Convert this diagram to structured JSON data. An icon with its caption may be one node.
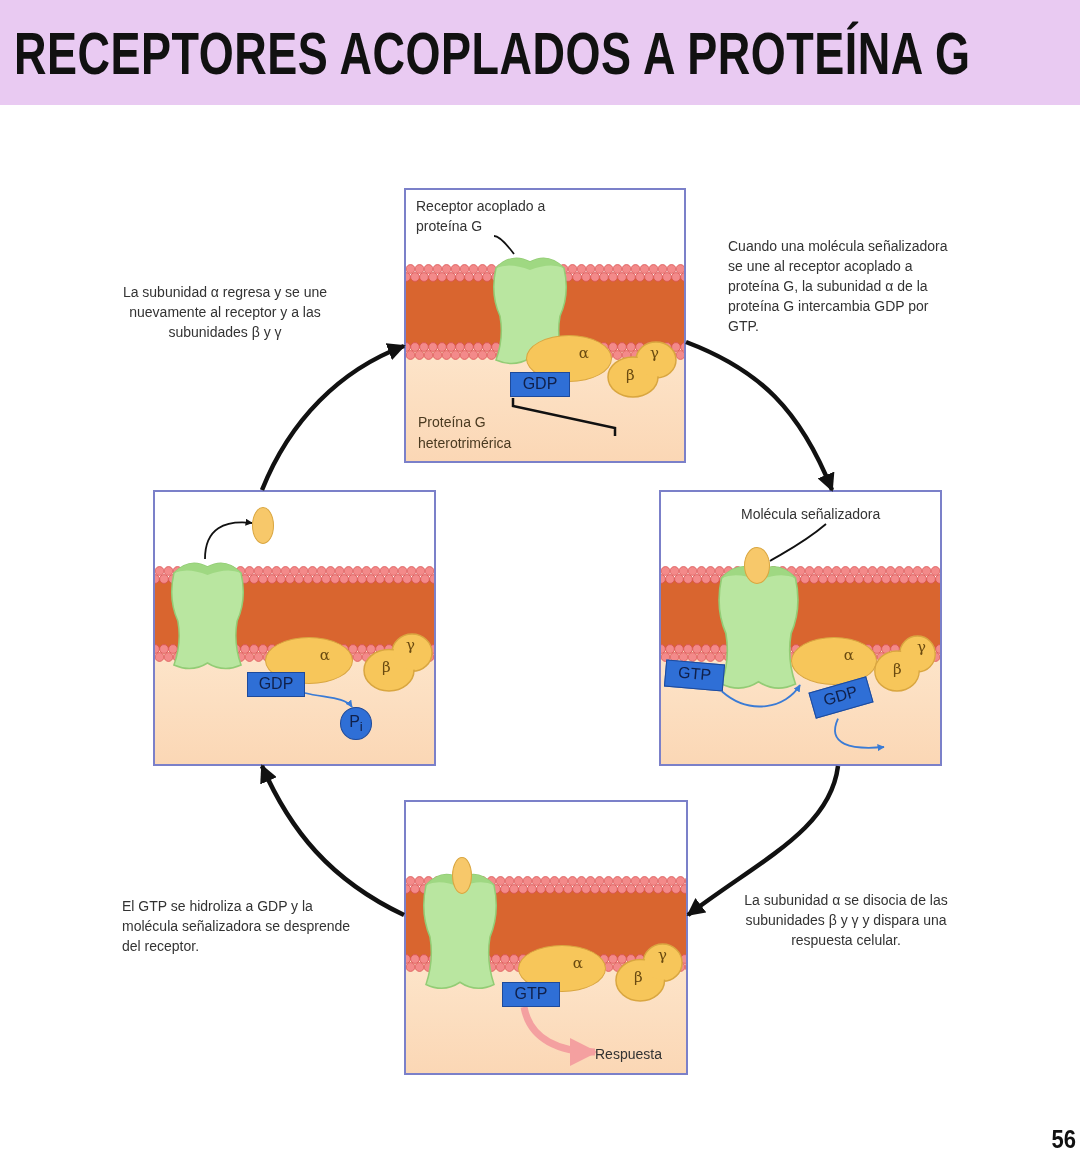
{
  "diagram": {
    "title": "RECEPTORES ACOPLADOS A PROTEÍNA G",
    "nodes": [
      {
        "text": [],
        "shape": "box"
      },
      {
        "text": [
          "Receptor acoplado a proteína G"
        ],
        "in": 0
      },
      {
        "text": [],
        "shape": "picture",
        "in": 0
      },
      {
        "text": [
          "GDP"
        ],
        "in": 0
      },
      {
        "text": [
          "α"
        ],
        "in": 0
      },
      {
        "text": [
          "γ",
          "β"
        ],
        "in": 0
      },
      {
        "text": [],
        "shape": "box"
      },
      {
        "text": [
          "Molécula señalizadora"
        ],
        "in": 6
      },
      {
        "text": [],
        "shape": "ellipse",
        "in": 6
      },
      {
        "text": [],
        "shape": "picture",
        "in": 6
      },
      {
        "text": [
          "GTP"
        ],
        "in": 6
      },
      {
        "text": [
          "GDP"
        ],
        "in": 6
      },
      {
        "text": [
          "α"
        ],
        "in": 6
      },
      {
        "text": [
          "γ",
          "β"
        ],
        "in": 6
      },
      {
        "text": [],
        "shape": "box"
      },
      {
        "text": [],
        "shape": "ellipse",
        "in": 14
      },
      {
        "text": [],
        "shape": "picture",
        "in": 14
      },
      {
        "text": [
          "GTP"
        ],
        "in": 14
      },
      {
        "text": [
          "α"
        ],
        "in": 14
      },
      {
        "text": [
          "γ",
          "β"
        ],
        "in": 14
      },
      {
        "text": [
          "Respuesta"
        ],
        "in": 14
      },
      {
        "text": [],
        "shape": "box"
      },
      {
        "text": [],
        "shape": "ellipse",
        "in": 21
      },
      {
        "text": [],
        "shape": "picture",
        "in": 21
      },
      {
        "text": [
          "GDP"
        ],
        "in": 21
      },
      {
        "text": [
          "α"
        ],
        "in": 21
      },
      {
        "text": [
          "γ",
          "β"
        ],
        "in": 21
      },
      {
        "text": [
          "P$_{i}$"
        ],
        "in": 21
      }
    ],
    "edges": [
      {
        "from": 0,
        "to": 6,
        "arrow": "to",
        "style": "thick",
        "label": "Cuando una molécula señalizadora se une al receptor acoplado a proteína G, la subunidad α de la proteína G intercambia GDP por GTP."
      },
      {
        "from": 6,
        "to": 14,
        "arrow": "to",
        "style": "thick",
        "label": "La subunidad α se disocia de las subunidades β y γ y dispara una respuesta celular."
      },
      {
        "from": 14,
        "to": 21,
        "arrow": "to",
        "style": "thick",
        "label": "El GTP se hidroliza a GDP y la molécula señalizadora se desprende del receptor."
      },
      {
        "from": 21,
        "to": 0,
        "arrow": "to",
        "style": "thick",
        "label": "La subunidad α regresa y se une nuevamente al receptor y a las subunidades β y γ"
      },
      {
        "from": 1,
        "to": 2,
        "arrow": "none"
      },
      {
        "from": 7,
        "to": 8,
        "arrow": "none"
      },
      {
        "from": 10,
        "to": 12,
        "arrow": "to",
        "color": "#3a7bd5"
      },
      {
        "from": 11,
        "to": null,
        "arrow": "to",
        "color": "#3a7bd5"
      },
      {
        "from": 17,
        "to": 20,
        "arrow": "to",
        "style": "thick",
        "color": "#f4a0a0"
      },
      {
        "from": 23,
        "to": 22,
        "arrow": "to"
      },
      {
        "from": 24,
        "to": 27,
        "arrow": "to",
        "color": "#3a7bd5"
      }
    ],
    "labels": [
      "Proteína G heterotrimérica",
      "56"
    ]
  }
}
